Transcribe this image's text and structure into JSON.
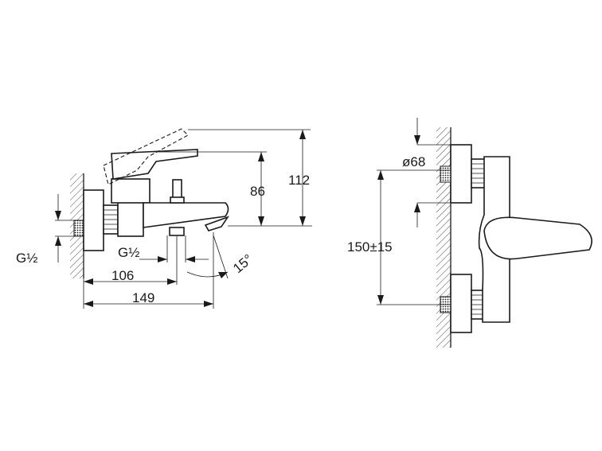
{
  "dimensions": {
    "height_total": "112",
    "height_spout": "86",
    "thread_left": "G½",
    "thread_middle": "G½",
    "reach_spout": "106",
    "depth_total": "149",
    "spout_angle": "15°",
    "rosette_diameter": "ø68",
    "center_distance": "150±15"
  },
  "colors": {
    "line": "#1a1a1a",
    "background": "#ffffff"
  }
}
